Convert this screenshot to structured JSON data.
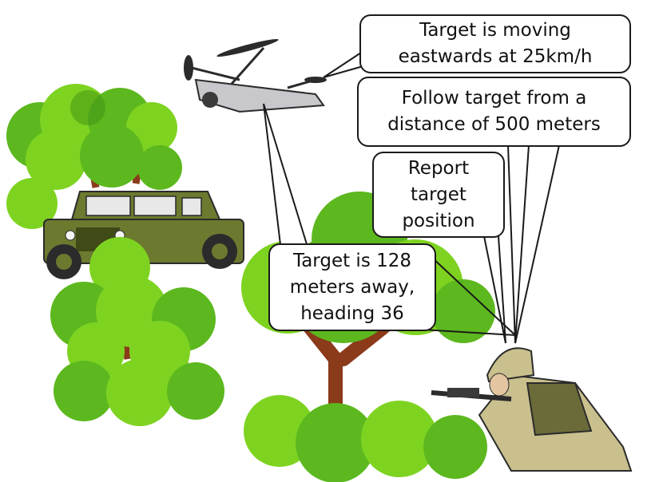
{
  "messages": {
    "target_moving": [
      "Target is moving",
      "eastwards at 25km/h"
    ],
    "follow_target": [
      "Follow target from a",
      "distance of 500 meters"
    ],
    "report_position": [
      "Report",
      "target",
      "position"
    ],
    "target_distance": [
      "Target is 128",
      "meters away,",
      "heading 36"
    ]
  },
  "colors": {
    "foliage_light": "#7ed321",
    "foliage_mid": "#5cb81e",
    "foliage_dark": "#3f8f12",
    "trunk": "#8b3a1a",
    "vehicle": "#6b7a2e",
    "vehicle_dark": "#3f4a17",
    "drone": "#c8c8cc",
    "soldier_uniform": "#c9c08e",
    "soldier_vest": "#6b6b3a"
  }
}
